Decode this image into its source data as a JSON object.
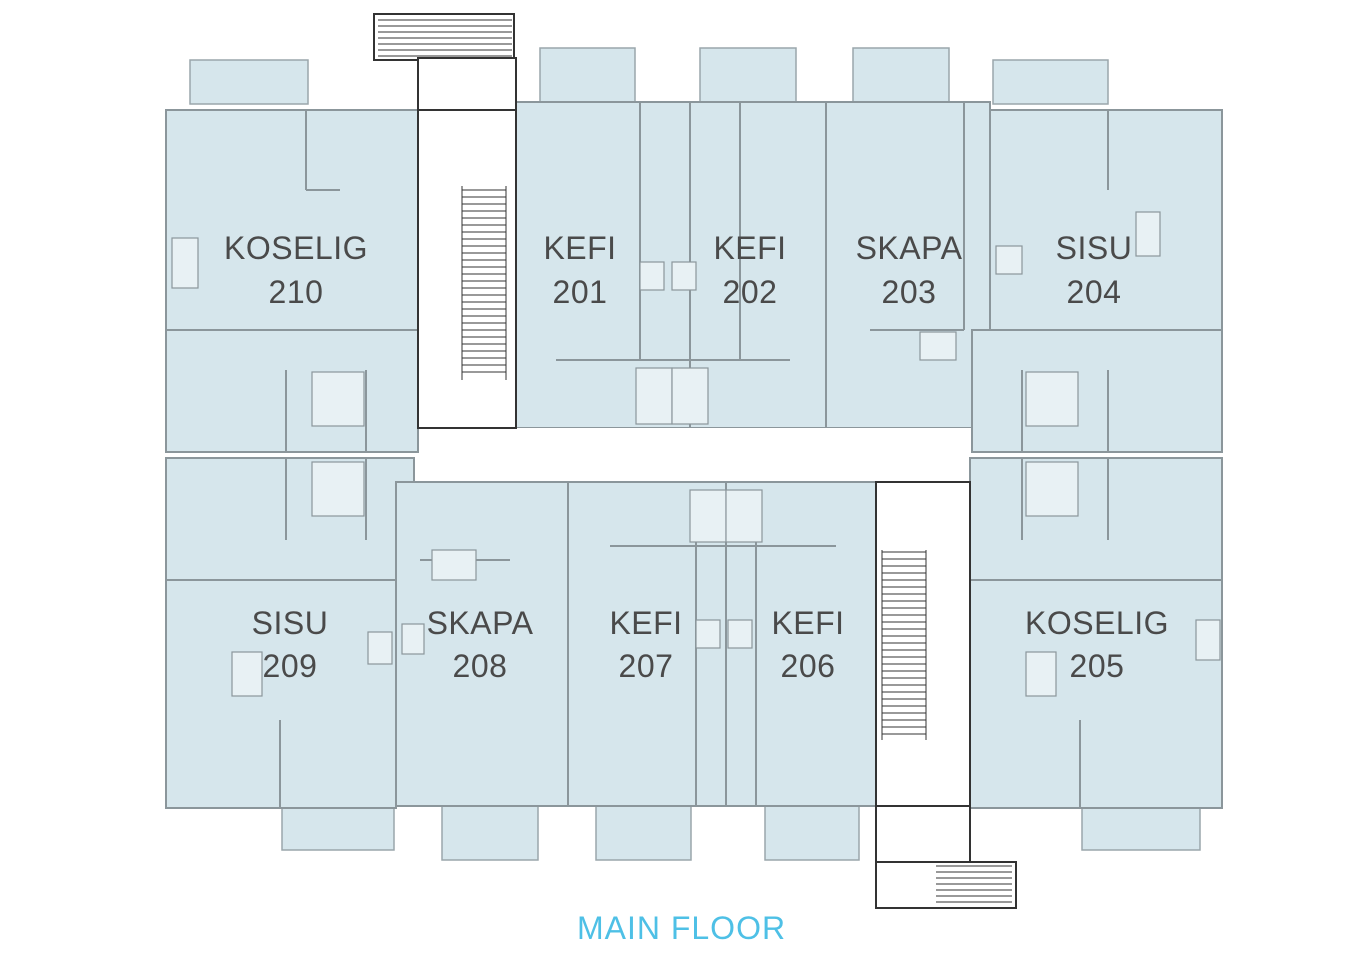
{
  "floor_title": "MAIN FLOOR",
  "units": [
    {
      "id": "u210",
      "name": "KOSELIG",
      "number": "210"
    },
    {
      "id": "u201",
      "name": "KEFI",
      "number": "201"
    },
    {
      "id": "u202",
      "name": "KEFI",
      "number": "202"
    },
    {
      "id": "u203",
      "name": "SKAPA",
      "number": "203"
    },
    {
      "id": "u204",
      "name": "SISU",
      "number": "204"
    },
    {
      "id": "u209",
      "name": "SISU",
      "number": "209"
    },
    {
      "id": "u208",
      "name": "SKAPA",
      "number": "208"
    },
    {
      "id": "u207",
      "name": "KEFI",
      "number": "207"
    },
    {
      "id": "u206",
      "name": "KEFI",
      "number": "206"
    },
    {
      "id": "u205",
      "name": "KOSELIG",
      "number": "205"
    }
  ],
  "colors": {
    "unit_fill": "#d6e6ec",
    "wall": "#8b969b",
    "title": "#4ec0e6",
    "label": "#4a4a4a"
  }
}
